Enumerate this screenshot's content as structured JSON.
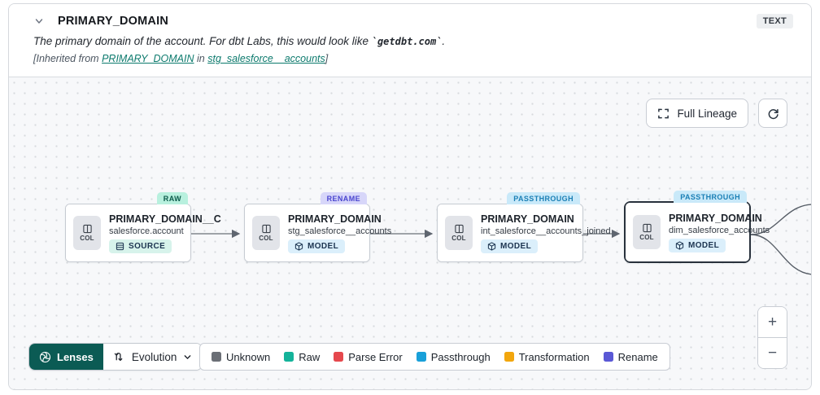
{
  "header": {
    "title": "PRIMARY_DOMAIN",
    "type_badge": "TEXT",
    "description_prefix": "The primary domain of the account. For dbt Labs, this would look like ",
    "description_code": "`getdbt.com`",
    "description_suffix": ".",
    "inherited_prefix": "[Inherited from ",
    "inherited_link_column": "PRIMARY_DOMAIN",
    "inherited_middle": " in ",
    "inherited_link_model": "stg_salesforce__accounts",
    "inherited_suffix": "]"
  },
  "toolbar": {
    "full_lineage_label": "Full Lineage"
  },
  "nodes": [
    {
      "tag": "RAW",
      "tag_bg": "#b8f0de",
      "tag_text": "#0b5a4a",
      "col_label": "COL",
      "title": "PRIMARY_DOMAIN__C",
      "subtitle": "salesforce.account",
      "resource_type": "SOURCE",
      "type_bg": "#d7f3eb",
      "selected": false
    },
    {
      "tag": "RENAME",
      "tag_bg": "#d7d6f9",
      "tag_text": "#4a45cf",
      "col_label": "COL",
      "title": "PRIMARY_DOMAIN",
      "subtitle": "stg_salesforce__accounts",
      "resource_type": "MODEL",
      "type_bg": "#dbeffb",
      "selected": false
    },
    {
      "tag": "PASSTHROUGH",
      "tag_bg": "#c9e9f9",
      "tag_text": "#1a7fb5",
      "col_label": "COL",
      "title": "PRIMARY_DOMAIN",
      "subtitle": "int_salesforce__accounts_joined",
      "resource_type": "MODEL",
      "type_bg": "#dbeffb",
      "selected": false
    },
    {
      "tag": "PASSTHROUGH",
      "tag_bg": "#c9e9f9",
      "tag_text": "#1a7fb5",
      "col_label": "COL",
      "title": "PRIMARY_DOMAIN",
      "subtitle": "dim_salesforce_accounts",
      "resource_type": "MODEL",
      "type_bg": "#dbeffb",
      "selected": true
    }
  ],
  "footer": {
    "lenses_label": "Lenses",
    "selected_lens": "Evolution",
    "legend": [
      {
        "label": "Unknown",
        "color": "#6b6f76"
      },
      {
        "label": "Raw",
        "color": "#14b39a"
      },
      {
        "label": "Parse Error",
        "color": "#e5484d"
      },
      {
        "label": "Passthrough",
        "color": "#19a0d9"
      },
      {
        "label": "Transformation",
        "color": "#f2a60d"
      },
      {
        "label": "Rename",
        "color": "#5a58d5"
      }
    ]
  },
  "zoom_controls": {
    "zoom_in": "+",
    "zoom_out": "−"
  },
  "colors": {
    "link_teal": "#0c7a6d",
    "lenses_button_bg": "#0b5b54",
    "canvas_bg": "#f7f8fa",
    "edge_stroke": "#6a7078",
    "selected_node_border": "#28313c"
  }
}
